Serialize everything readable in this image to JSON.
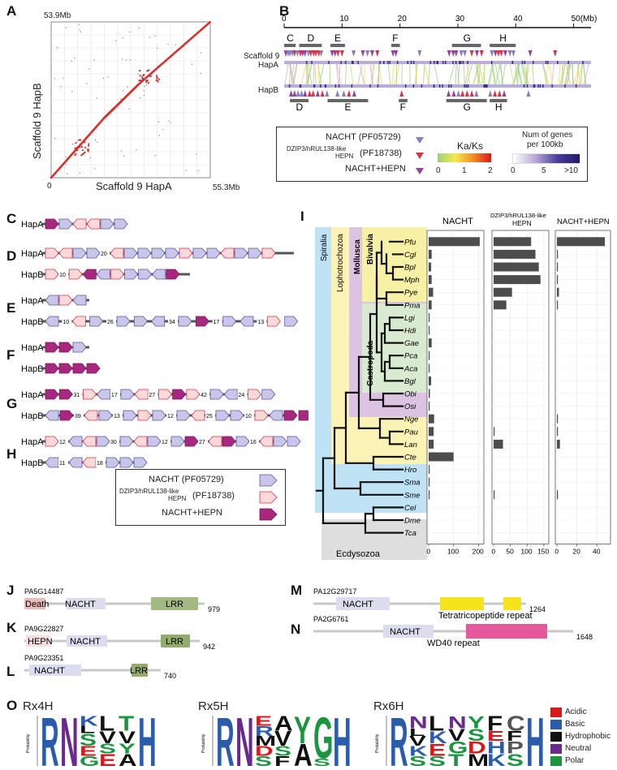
{
  "panels": {
    "A": "A",
    "B": "B",
    "C": "C",
    "D": "D",
    "E": "E",
    "F": "F",
    "G": "G",
    "H": "H",
    "I": "I",
    "J": "J",
    "K": "K",
    "L": "L",
    "M": "M",
    "N": "N",
    "O": "O"
  },
  "panelA": {
    "top_label": "53.9Mb",
    "right_label": "55.3Mb",
    "origin": "0",
    "xlabel": "Scaffold 9 HapA",
    "ylabel": "Scaffold 9 HapB"
  },
  "panelB": {
    "axis_ticks": [
      "0",
      "10",
      "20",
      "30",
      "40",
      "50(Mb)"
    ],
    "top_regions": [
      "C",
      "D",
      "E",
      "F",
      "G",
      "H"
    ],
    "bottom_regions": [
      "D",
      "E",
      "F",
      "G",
      "H"
    ],
    "row_scaffold": "Scaffold 9",
    "row_hapA": "HapA",
    "row_hapB": "HapB",
    "legend": {
      "nacht": "NACHT (PF05729)",
      "dzip": "DZIP3/hRUL138-like",
      "hepn": "HEPN",
      "dzip_pf": "(PF18738)",
      "both": "NACHT+HEPN",
      "kaks_title": "Ka/Ks",
      "kaks_ticks": [
        "0",
        "1",
        "2"
      ],
      "density_title_1": "Num of genes",
      "density_title_2": "per 100kb",
      "density_ticks": [
        "0",
        "5",
        ">10"
      ]
    }
  },
  "clusters": {
    "C": {
      "rows": [
        {
          "hap": "HapA"
        }
      ]
    },
    "D": {
      "rows": [
        {
          "hap": "HapA",
          "nums": [
            "20"
          ]
        },
        {
          "hap": "HapB",
          "nums": [
            "10"
          ]
        }
      ]
    },
    "E": {
      "rows": [
        {
          "hap": "HapA"
        },
        {
          "hap": "HapB",
          "nums": [
            "10",
            "26",
            "34",
            "17",
            "13"
          ]
        }
      ]
    },
    "F": {
      "rows": [
        {
          "hap": "HapA"
        },
        {
          "hap": "HapB"
        }
      ]
    },
    "G": {
      "rows": [
        {
          "hap": "HapA",
          "nums": [
            "31",
            "17",
            "27",
            "42",
            "24"
          ]
        },
        {
          "hap": "HapB",
          "nums": [
            "39",
            "13",
            "12",
            "25",
            "10"
          ]
        }
      ]
    },
    "H": {
      "rows": [
        {
          "hap": "HapA",
          "nums": [
            "12",
            "30",
            "12",
            "27",
            "16"
          ]
        },
        {
          "hap": "HapB",
          "nums": [
            "11",
            "18"
          ]
        }
      ]
    },
    "legend": {
      "nacht": "NACHT (PF05729)",
      "dzip": "DZIP3/hRUL138-like",
      "hepn": "HEPN",
      "dzip_pf": "(PF18738)",
      "both": "NACHT+HEPN"
    }
  },
  "panelI": {
    "clades": {
      "spiralia": "Spiralia",
      "lophotrochozoa": "Lophotrochozoa",
      "mollusca": "Mollusca",
      "bivalvia": "Bivalvia",
      "gastropoda": "Gastropoda",
      "ecdysozoa": "Ecdysozoa"
    },
    "col_titles": {
      "nacht": "NACHT",
      "dzip_1": "DZIP3/hRUL138-like",
      "dzip_2": "HEPN",
      "both": "NACHT+HEPN"
    },
    "species": [
      "Pfu",
      "Cgl",
      "Bpl",
      "Mph",
      "Pye",
      "Pma",
      "Lgi",
      "Hdi",
      "Gae",
      "Pca",
      "Aca",
      "Bgl",
      "Obi",
      "Osi",
      "Nge",
      "Pau",
      "Lan",
      "Cte",
      "Hro",
      "Sma",
      "Sme",
      "Cel",
      "Dme",
      "Tca"
    ],
    "axis_nacht": [
      "0",
      "100",
      "200"
    ],
    "axis_dzip": [
      "0",
      "50",
      "100",
      "150"
    ],
    "axis_both": [
      "0",
      "20",
      "40"
    ]
  },
  "chart_data": [
    {
      "type": "bar",
      "title": "NACHT",
      "categories": [
        "Pfu",
        "Cgl",
        "Bpl",
        "Mph",
        "Pye",
        "Pma",
        "Lgi",
        "Hdi",
        "Gae",
        "Pca",
        "Aca",
        "Bgl",
        "Obi",
        "Osi",
        "Nge",
        "Pau",
        "Lan",
        "Cte",
        "Hro",
        "Sma",
        "Sme",
        "Cel",
        "Dme",
        "Tca"
      ],
      "values": [
        205,
        12,
        10,
        12,
        18,
        12,
        3,
        3,
        12,
        3,
        3,
        10,
        5,
        3,
        22,
        20,
        20,
        100,
        3,
        1,
        2,
        0,
        0,
        0
      ],
      "xlim": [
        0,
        215
      ]
    },
    {
      "type": "bar",
      "title": "DZIP3/hRUL138-like HEPN",
      "categories": [
        "Pfu",
        "Cgl",
        "Bpl",
        "Mph",
        "Pye",
        "Pma",
        "Lgi",
        "Hdi",
        "Gae",
        "Pca",
        "Aca",
        "Bgl",
        "Obi",
        "Osi",
        "Nge",
        "Pau",
        "Lan",
        "Cte",
        "Hro",
        "Sma",
        "Sme",
        "Cel",
        "Dme",
        "Tca"
      ],
      "values": [
        112,
        125,
        135,
        140,
        55,
        38,
        0,
        0,
        0,
        0,
        0,
        0,
        0,
        0,
        0,
        3,
        28,
        0,
        0,
        0,
        2,
        0,
        0,
        0
      ],
      "xlim": [
        0,
        160
      ]
    },
    {
      "type": "bar",
      "title": "NACHT+HEPN",
      "categories": [
        "Pfu",
        "Cgl",
        "Bpl",
        "Mph",
        "Pye",
        "Pma",
        "Lgi",
        "Hdi",
        "Gae",
        "Pca",
        "Aca",
        "Bgl",
        "Obi",
        "Osi",
        "Nge",
        "Pau",
        "Lan",
        "Cte",
        "Hro",
        "Sma",
        "Sme",
        "Cel",
        "Dme",
        "Tca"
      ],
      "values": [
        48,
        1,
        1,
        1,
        2,
        1,
        0,
        0,
        0,
        0,
        0,
        0,
        0,
        0,
        1,
        1,
        3,
        0,
        0,
        0,
        1,
        0,
        0,
        0
      ],
      "xlim": [
        0,
        52
      ]
    }
  ],
  "proteins": {
    "J": {
      "id": "PA5G14487",
      "len": "979",
      "d1": "Death",
      "d2": "NACHT",
      "d3": "LRR"
    },
    "K": {
      "id": "PA9G22827",
      "len": "942",
      "d1": "HEPN",
      "d2": "NACHT",
      "d3": "LRR"
    },
    "L": {
      "id": "PA9G23351",
      "len": "740",
      "d2": "NACHT",
      "d3": "LRR"
    },
    "M": {
      "id": "PA12G29717",
      "len": "1264",
      "d2": "NACHT",
      "d3": "Tetratricopeptide repeat"
    },
    "N": {
      "id": "PA2G6761",
      "len": "1648",
      "d2": "NACHT",
      "d3": "WD40 repeat"
    }
  },
  "logos": {
    "titles": [
      "Rx4H",
      "Rx5H",
      "Rx6H"
    ],
    "prob": "Probability",
    "legend": [
      {
        "label": "Acidic",
        "color": "#d7191c"
      },
      {
        "label": "Basic",
        "color": "#2b5cab"
      },
      {
        "label": "Hydrophobic",
        "color": "#111111"
      },
      {
        "label": "Neutral",
        "color": "#6a2a8c"
      },
      {
        "label": "Polar",
        "color": "#1a9641"
      }
    ]
  },
  "colors": {
    "nacht": "#c9c6ea",
    "dzip": "#fbd9db",
    "both": "#a8277f",
    "dot": "#d6312b"
  }
}
